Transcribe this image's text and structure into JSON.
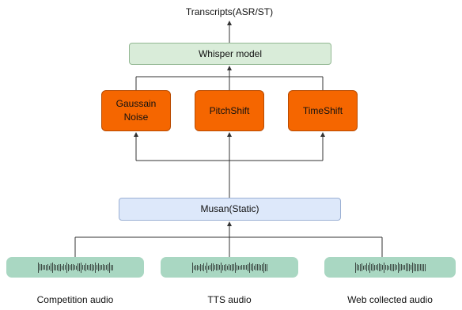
{
  "diagram": {
    "output_label": "Transcripts(ASR/ST)",
    "model": "Whisper model",
    "augmentations": [
      "Gaussain\nNoise",
      "PitchShift",
      "TimeShift"
    ],
    "musan": "Musan(Static)",
    "sources": [
      "Competition audio",
      "TTS audio",
      "Web collected audio"
    ]
  },
  "colors": {
    "whisper_fill": "#d9ecd9",
    "augmentation_fill": "#f56600",
    "musan_fill": "#dde8fa",
    "waveform_fill": "#a9d7c2",
    "line": "#333333"
  }
}
